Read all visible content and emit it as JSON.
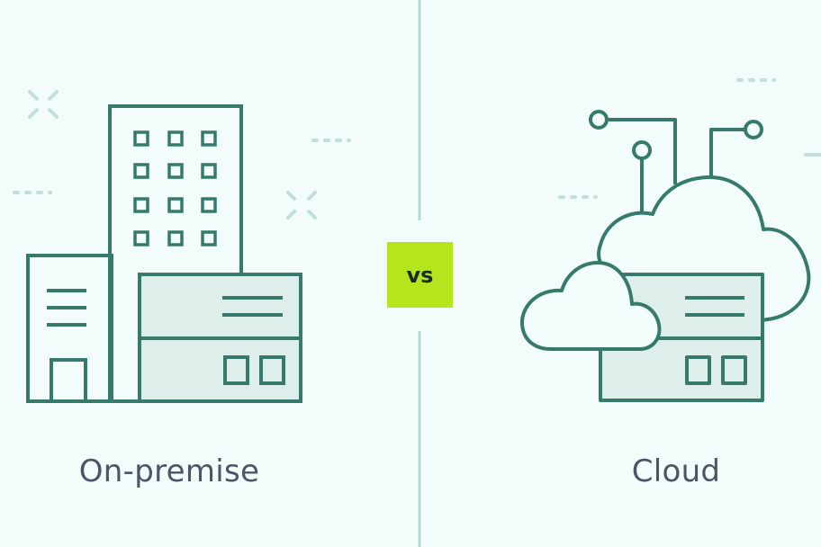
{
  "labels": {
    "left": "On-premise",
    "right": "Cloud",
    "versus": "vs"
  },
  "colors": {
    "background": "#f1fcfb",
    "stroke": "#357a6d",
    "fill": "#deefeb",
    "divider": "#b3dad5",
    "decor": "#c2dfda",
    "text": "#4a5566",
    "badge": "#b5e61d"
  }
}
